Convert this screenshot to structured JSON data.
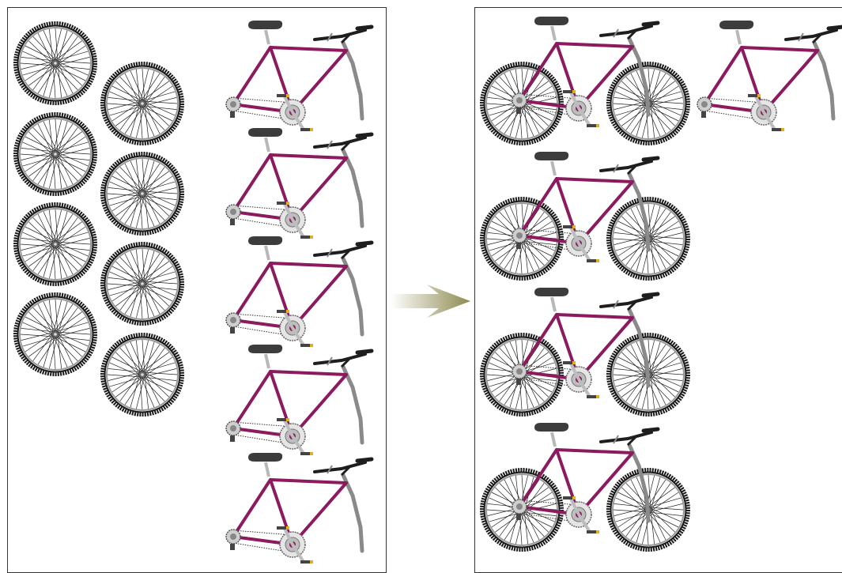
{
  "figure": {
    "left_panel": {
      "loose_wheel_count": 8,
      "wheelless_frame_count": 5
    },
    "right_panel": {
      "complete_bicycle_count": 4,
      "wheelless_frame_count": 1
    },
    "arrow_direction": "left-to-right"
  },
  "colors": {
    "frame": "#8b1a5e",
    "tire": "#1a1a1a",
    "rim": "#9a9a9a",
    "spoke": "#222222",
    "saddle": "#3c3c3c",
    "fork": "#8a8a8a",
    "seatpost": "#b8b8b8",
    "handlebar": "#1e1e1e",
    "crank": "#bdbdbd",
    "panel_border": "#333333",
    "arrow_start": "#ffffff",
    "arrow_end": "#8e8a50"
  },
  "icons": {
    "wheel": "wheel-icon",
    "bicycle_frame": "bicycle-frame-icon",
    "bicycle": "bicycle-icon",
    "arrow": "arrow-right-icon"
  }
}
